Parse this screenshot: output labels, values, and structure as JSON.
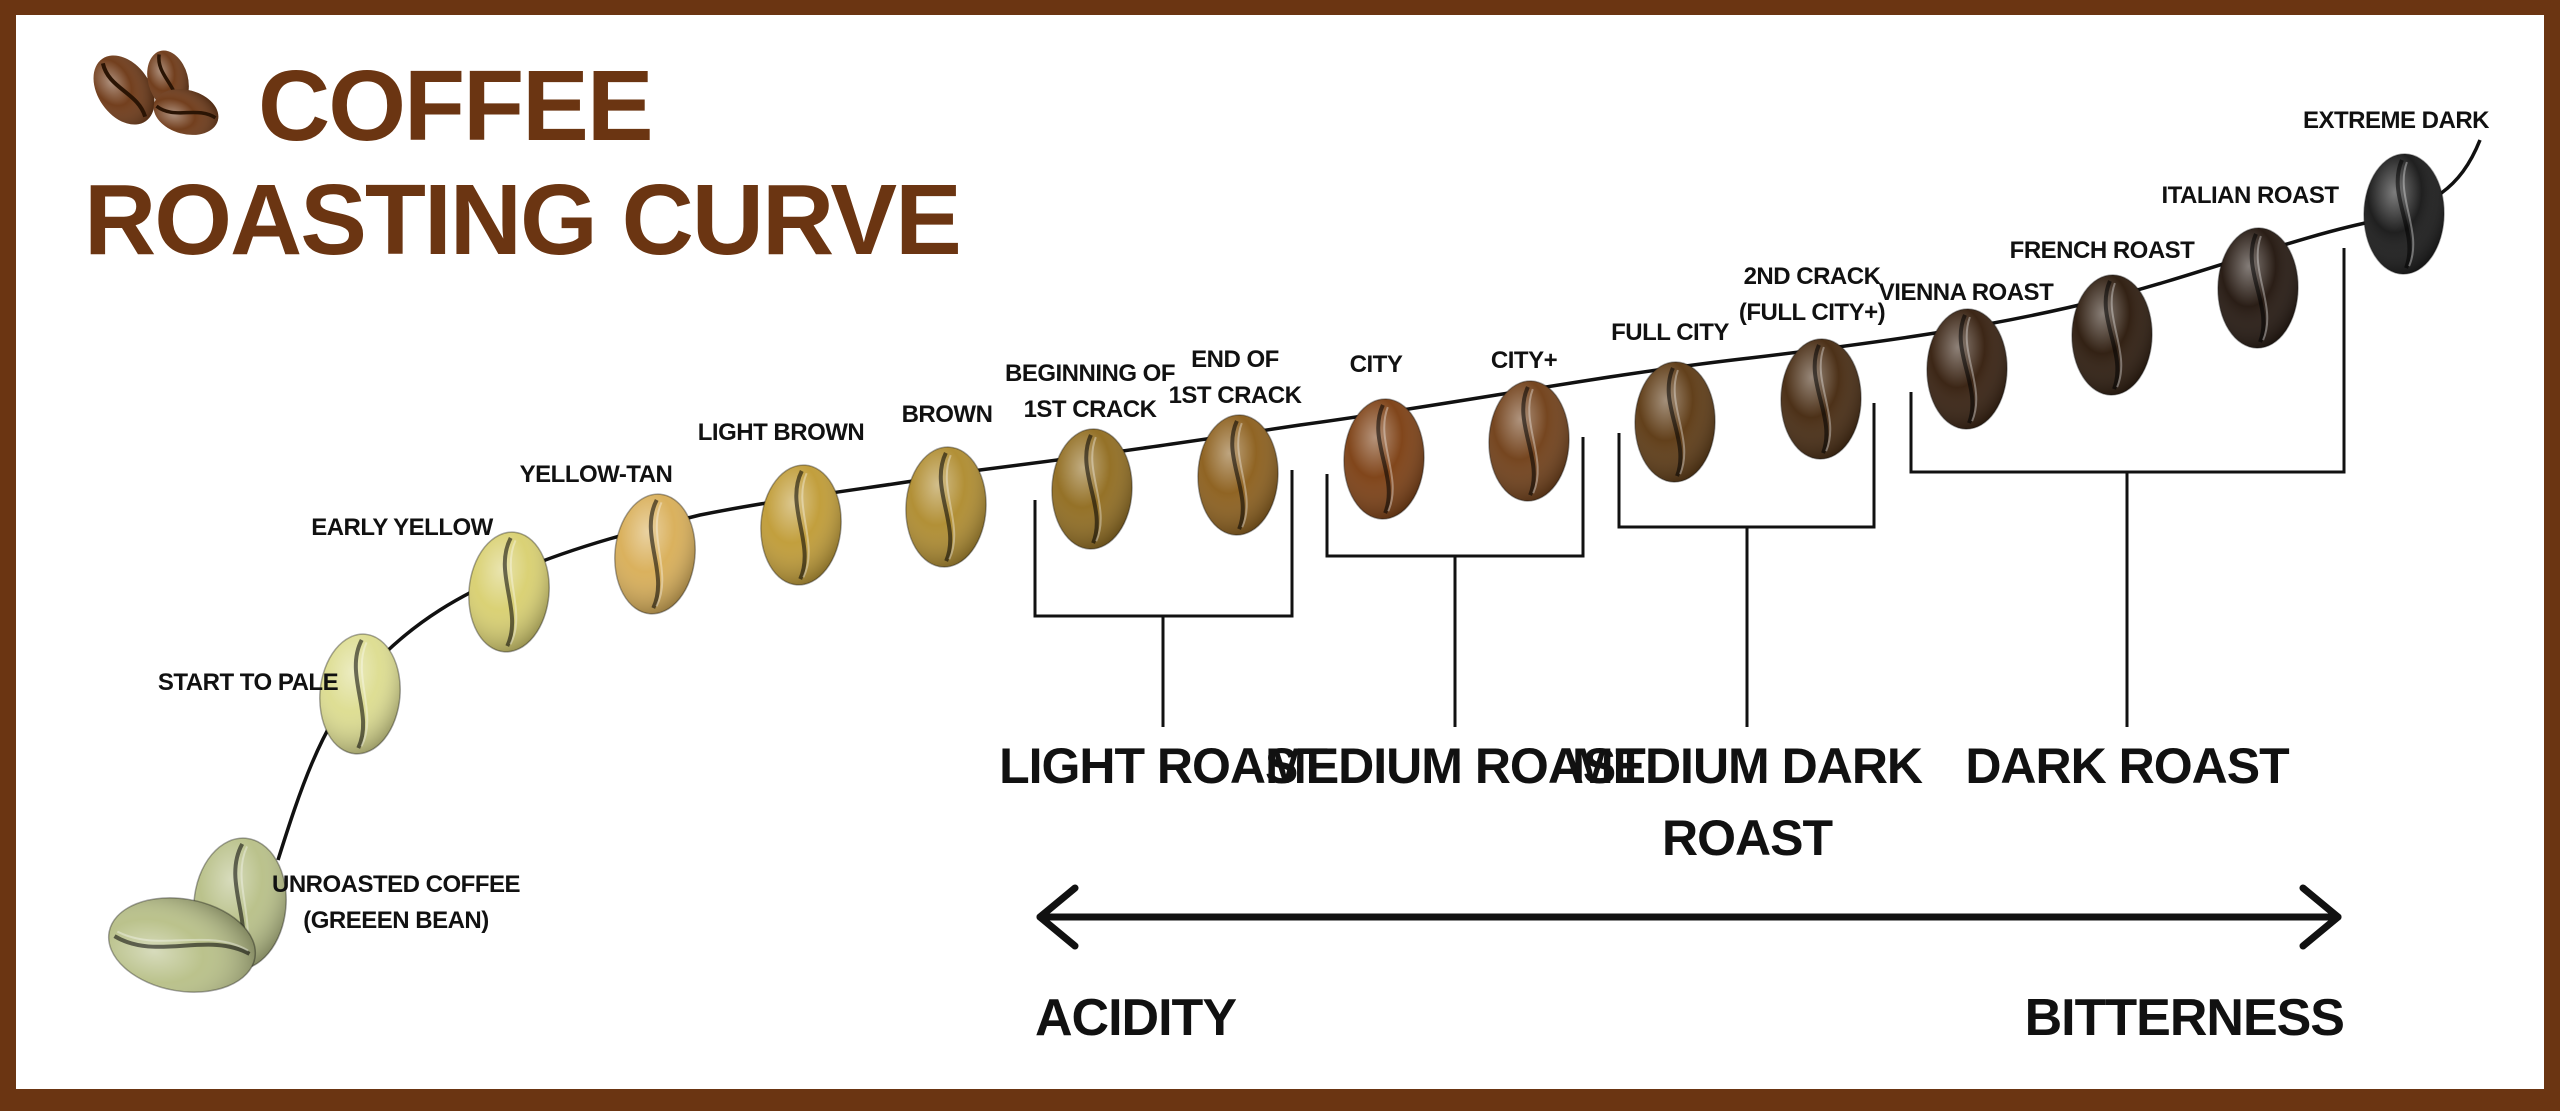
{
  "title": {
    "line1": "COFFEE",
    "line2": "ROASTING CURVE"
  },
  "colors": {
    "border": "#6b3512",
    "title": "#6b3512",
    "background": "#ffffff",
    "ink": "#111111"
  },
  "stages": [
    {
      "id": "unroasted",
      "label_lines": [
        "UNROASTED COFFEE",
        "(GREEEN BEAN)"
      ],
      "color": "#b7bf86"
    },
    {
      "id": "start-to-pale",
      "label_lines": [
        "START TO PALE"
      ],
      "color": "#dcdc8e"
    },
    {
      "id": "early-yellow",
      "label_lines": [
        "EARLY YELLOW"
      ],
      "color": "#d8cf6e"
    },
    {
      "id": "yellow-tan",
      "label_lines": [
        "YELLOW-TAN"
      ],
      "color": "#d8ad55"
    },
    {
      "id": "light-brown",
      "label_lines": [
        "LIGHT BROWN"
      ],
      "color": "#bf9a33"
    },
    {
      "id": "brown",
      "label_lines": [
        "BROWN"
      ],
      "color": "#ae8a2c"
    },
    {
      "id": "beginning-1st-crack",
      "label_lines": [
        "BEGINNING OF",
        "1ST CRACK"
      ],
      "color": "#8f6a1c"
    },
    {
      "id": "end-1st-crack",
      "label_lines": [
        "END OF",
        "1ST CRACK"
      ],
      "color": "#8a5c18"
    },
    {
      "id": "city",
      "label_lines": [
        "CITY"
      ],
      "color": "#7a3c0f"
    },
    {
      "id": "city-plus",
      "label_lines": [
        "CITY+"
      ],
      "color": "#6e3c14"
    },
    {
      "id": "full-city",
      "label_lines": [
        "FULL CITY"
      ],
      "color": "#5a360f"
    },
    {
      "id": "2nd-crack",
      "label_lines": [
        "2ND CRACK",
        "(FULL CITY+)"
      ],
      "color": "#43260c"
    },
    {
      "id": "vienna-roast",
      "label_lines": [
        "VIENNA ROAST"
      ],
      "color": "#321b0a"
    },
    {
      "id": "french-roast",
      "label_lines": [
        "FRENCH ROAST"
      ],
      "color": "#281608"
    },
    {
      "id": "italian-roast",
      "label_lines": [
        "ITALIAN ROAST"
      ],
      "color": "#1f120a"
    },
    {
      "id": "extreme-dark",
      "label_lines": [
        "EXTREME DARK"
      ],
      "color": "#141414"
    }
  ],
  "groups": [
    {
      "id": "light-roast",
      "label_lines": [
        "LIGHT ROAST"
      ]
    },
    {
      "id": "medium-roast",
      "label_lines": [
        "MEDIUM ROAST"
      ]
    },
    {
      "id": "medium-dark-roast",
      "label_lines": [
        "MEDIUM DARK",
        "ROAST"
      ]
    },
    {
      "id": "dark-roast",
      "label_lines": [
        "DARK ROAST"
      ]
    }
  ],
  "axis": {
    "left_label": "ACIDITY",
    "right_label": "BITTERNESS"
  }
}
